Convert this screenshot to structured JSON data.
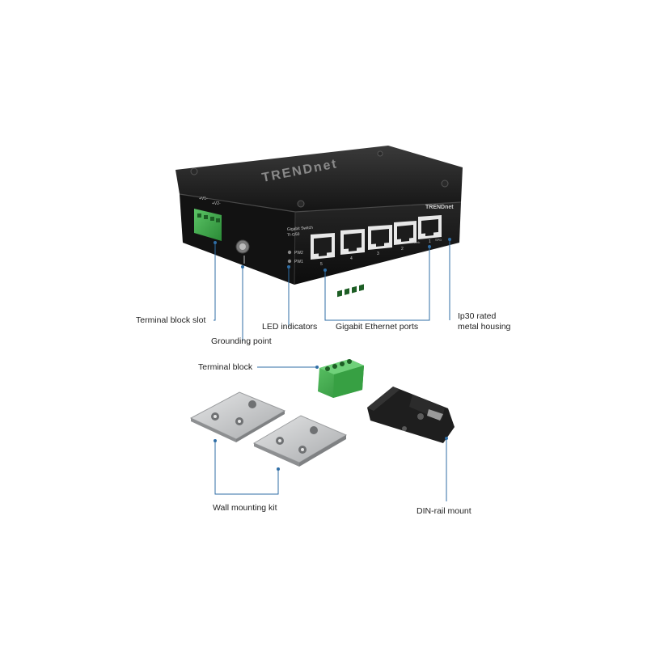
{
  "brand": {
    "logo_text_top": "TRENDnet",
    "logo_text_front": "TRENDnet",
    "product_line_1": "Gigabit Switch",
    "product_line_2": "TI-G50"
  },
  "leds": [
    "PW2",
    "PW1"
  ],
  "ports": [
    "5",
    "4",
    "3",
    "2",
    "1"
  ],
  "port_extra_labels": [
    "Link",
    "SPD"
  ],
  "power_labels": [
    "+V1-",
    "+V2-"
  ],
  "callouts": {
    "terminal_block_slot": "Terminal block slot",
    "grounding_point": "Grounding point",
    "led_indicators": "LED indicators",
    "gigabit_ports": "Gigabit Ethernet ports",
    "ip30_line1": "Ip30 rated",
    "ip30_line2": "metal housing",
    "terminal_block": "Terminal block",
    "wall_mounting_kit": "Wall mounting kit",
    "din_rail_mount": "DIN-rail mount"
  },
  "colors": {
    "callout_line": "#2f6ea6",
    "terminal_green": "#3fae49",
    "housing": "#1b1b1b",
    "plate": "#cfd1d3"
  }
}
